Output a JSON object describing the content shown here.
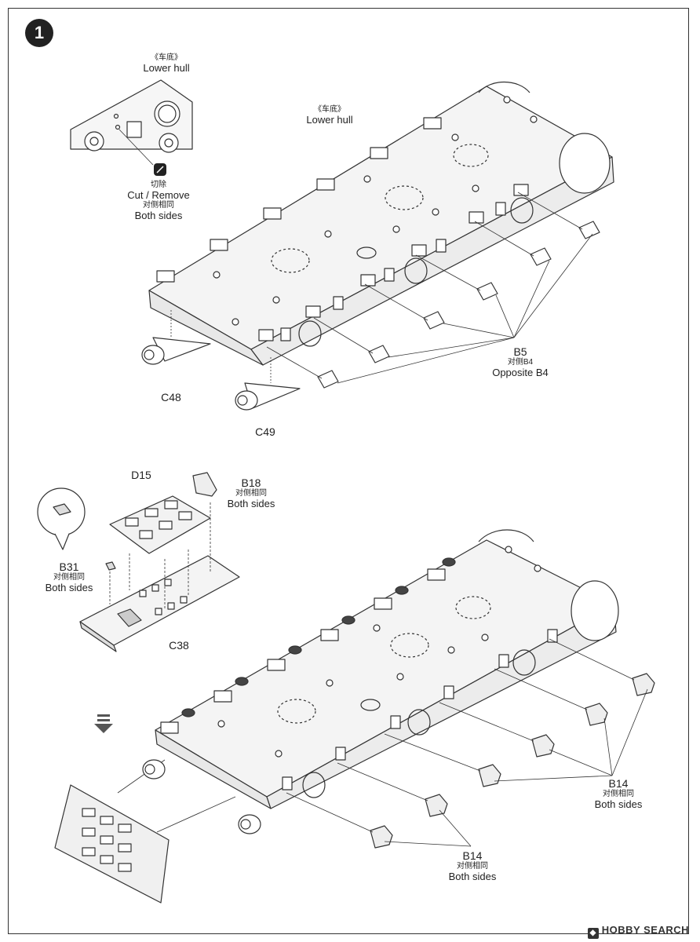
{
  "step": {
    "number": "1"
  },
  "top": {
    "inset": {
      "zh": "《车底》",
      "en": "Lower hull",
      "cut_zh": "切除",
      "cut_en": "Cut / Remove",
      "sides_zh": "对侧相同",
      "sides_en": "Both sides"
    },
    "hull": {
      "zh": "《车底》",
      "en": "Lower hull"
    },
    "b5": {
      "code": "B5",
      "zh": "对侧B4",
      "en": "Opposite B4"
    },
    "c48": "C48",
    "c49": "C49"
  },
  "middle": {
    "d15": "D15",
    "b18": {
      "code": "B18",
      "zh": "对侧相同",
      "en": "Both sides"
    },
    "b31": {
      "code": "B31",
      "zh": "对侧相同",
      "en": "Both sides"
    },
    "c38": "C38"
  },
  "bottom": {
    "b14_right": {
      "code": "B14",
      "zh": "对侧相同",
      "en": "Both sides"
    },
    "b14_bottom": {
      "code": "B14",
      "zh": "对侧相同",
      "en": "Both sides"
    }
  },
  "watermark": {
    "mark": "◆",
    "text": "HOBBY SEARCH"
  }
}
